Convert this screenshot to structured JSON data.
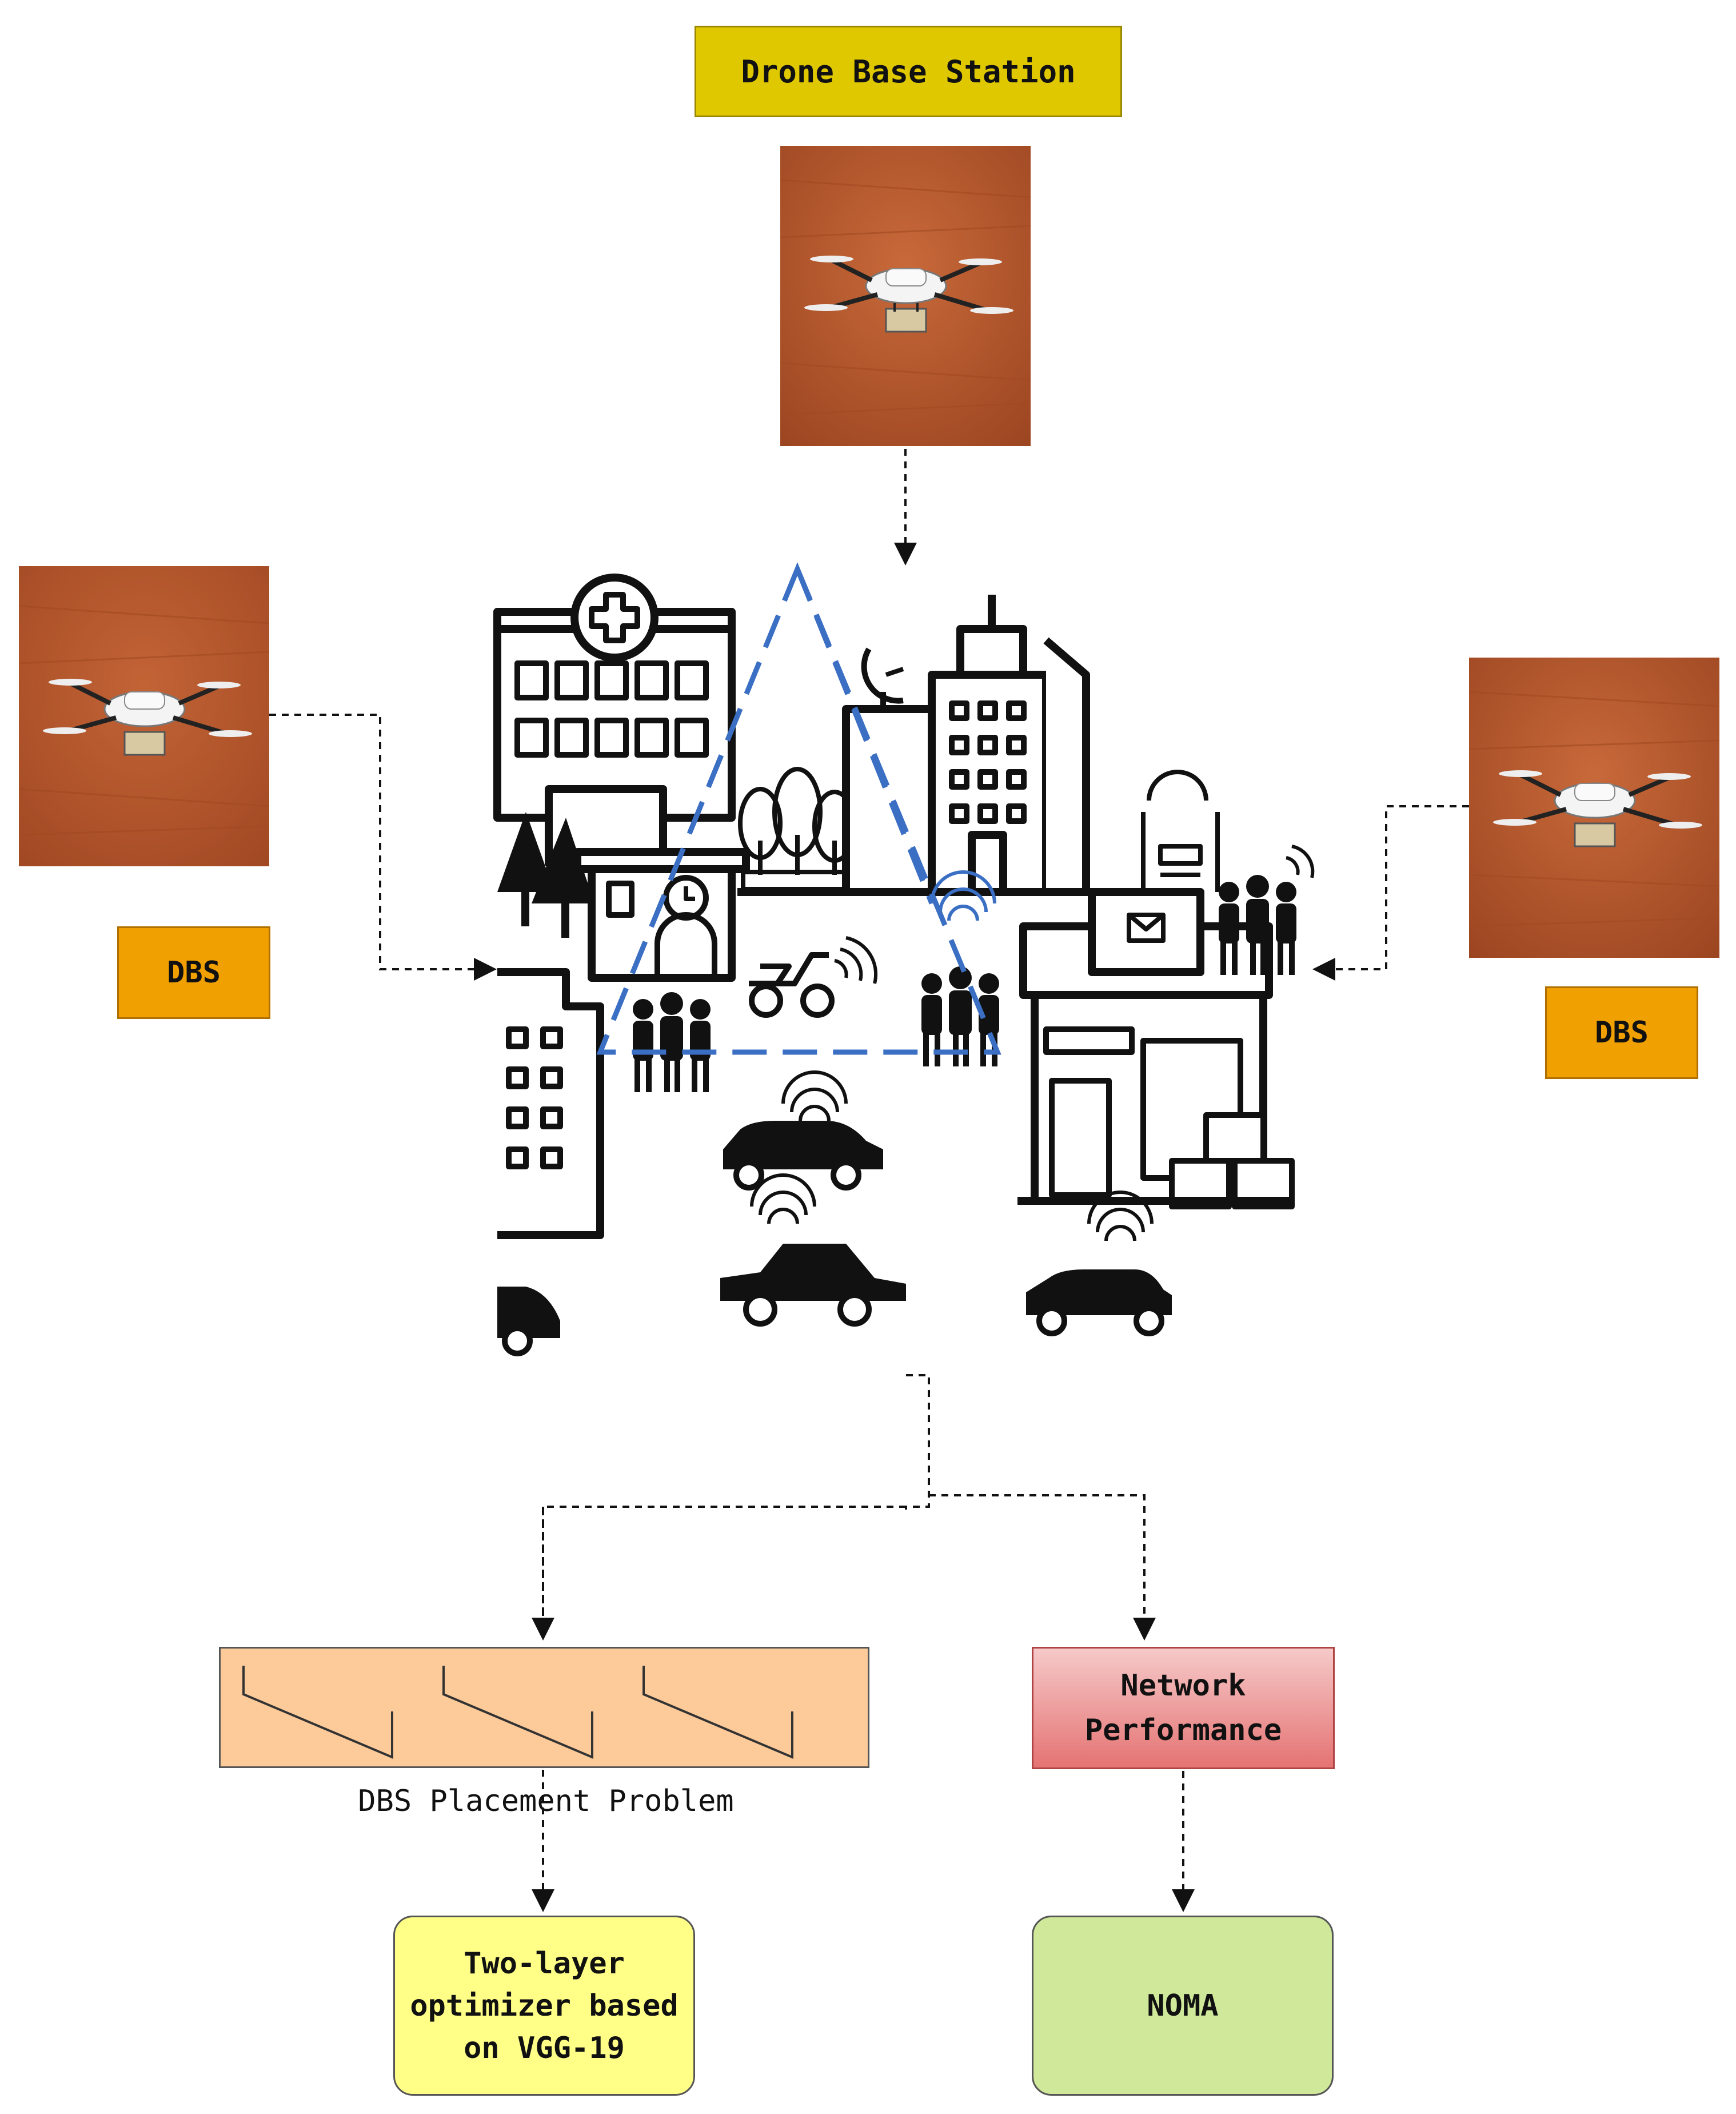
{
  "title_box": {
    "label": "Drone Base Station",
    "color": "#e0c800"
  },
  "dbs_left": {
    "label": "DBS",
    "color": "#f0a000"
  },
  "dbs_right": {
    "label": "DBS",
    "color": "#f0a000"
  },
  "placement": {
    "caption": "DBS Placement Problem",
    "color": "#fdcb9a"
  },
  "network": {
    "line1": "Network",
    "line2": "Performance",
    "color": "#ef9a9a"
  },
  "optimizer": {
    "line1": "Two-layer",
    "line2": "optimizer based",
    "line3": "on VGG-19",
    "color": "#ffff88"
  },
  "noma": {
    "label": "NOMA",
    "color": "#cfe89a"
  },
  "icons": [
    "drone-photo",
    "hospital-icon",
    "office-tower-icon",
    "satellite-dish-icon",
    "trees-icon",
    "clock-tower-icon",
    "scooter-icon",
    "people-group-icon",
    "car-icon",
    "post-office-icon",
    "park-bench-icon",
    "wifi-signal-icon"
  ],
  "colors": {
    "coverage_triangle": "#3b6fc4",
    "connector": "#111111",
    "soil": "#b5542a"
  }
}
